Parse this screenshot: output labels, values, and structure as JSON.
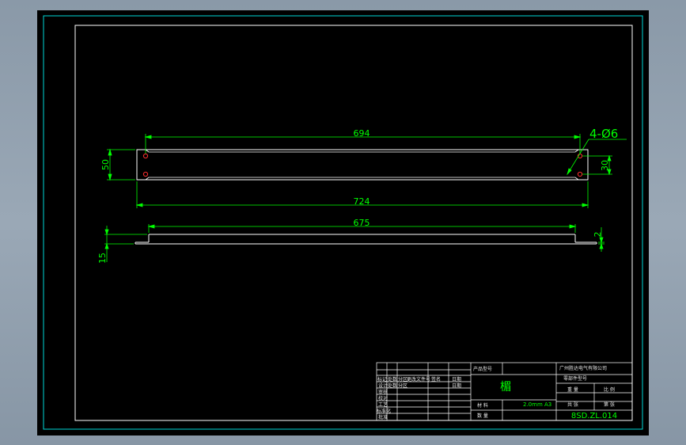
{
  "drawing": {
    "top_view": {
      "dim_overall_inner": "694",
      "dim_overall_length": "724",
      "dim_width": "50",
      "dim_hole_spacing": "30",
      "hole_callout": "4-Ø6"
    },
    "side_view": {
      "dim_length": "675",
      "dim_height": "15",
      "dim_thickness": "2"
    }
  },
  "title_block": {
    "rev_headers": [
      "标记",
      "处数",
      "分区",
      "更改文件号",
      "签名",
      "日期"
    ],
    "rev_col_labels": [
      "处数",
      "分区",
      "日期"
    ],
    "role_labels": [
      "设计",
      "审核",
      "校对",
      "工艺",
      "标准化",
      "批准"
    ],
    "product_label": "产品型号",
    "company": "广州胜达电气有限公司",
    "part_label": "零部件型号",
    "part_name": "楣",
    "material_label": "材  料",
    "material_value": "2.0mm A3",
    "quantity_label": "数  量",
    "weight_label": "重  量",
    "scale_label": "比  例",
    "sheet_total_label": "共  张",
    "sheet_no_label": "第  张",
    "drawing_no": "8SD.ZL.014"
  },
  "colors": {
    "background": "#000000",
    "outline": "#ffffff",
    "dimension": "#00ff00",
    "frame": "#00d8d8",
    "hole": "#ff3030"
  }
}
